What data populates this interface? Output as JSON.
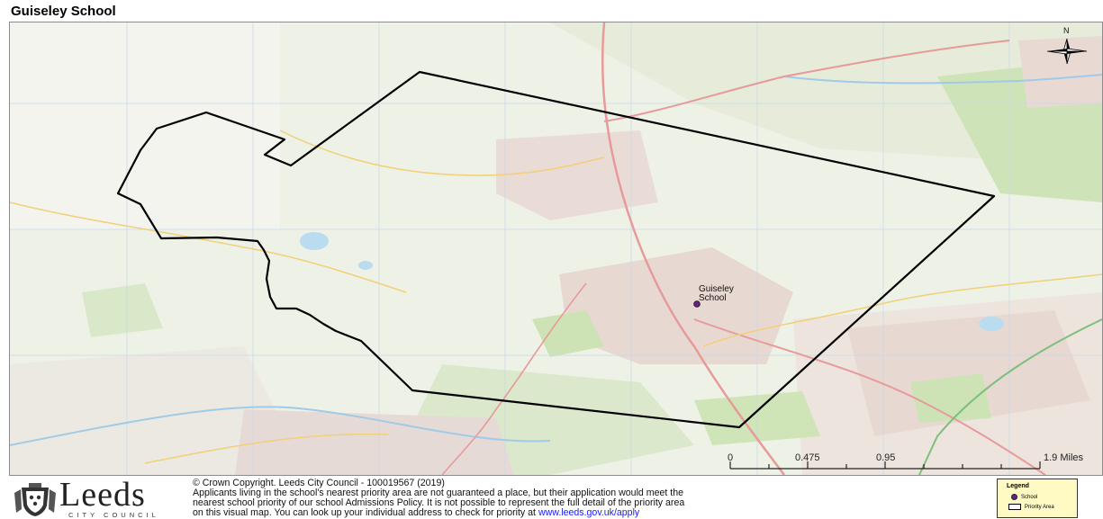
{
  "title": "Guiseley School",
  "map": {
    "school_label_line1": "Guiseley",
    "school_label_line2": "School",
    "north_label": "N",
    "scale": {
      "tick_labels": [
        "0",
        "0.475",
        "0.95",
        "1.9 Miles"
      ]
    },
    "icons": [
      "north-arrow-icon",
      "school-marker-icon"
    ],
    "colors": {
      "priority_area": "#000000",
      "school_marker": "#6b1f8a",
      "legend_background": "#fff9c4"
    }
  },
  "footer": {
    "logo_word": "Leeds",
    "logo_sub": "CITY COUNCIL",
    "copyright": "© Crown Copyright. Leeds City Council - 100019567 (2019)",
    "note_line1": "Applicants living in the school's nearest priority area are not guaranteed a place, but their application would meet the",
    "note_line2": "nearest school priority of our school Admissions Policy. It is not possible to represent the full detail of the priority area",
    "note_line3_prefix": "on this visual map. You can look up your individual address to check for priority at ",
    "link": "www.leeds.gov.uk/apply"
  },
  "legend": {
    "title": "Legend",
    "school": "School",
    "priority_area": "Priority Area"
  }
}
